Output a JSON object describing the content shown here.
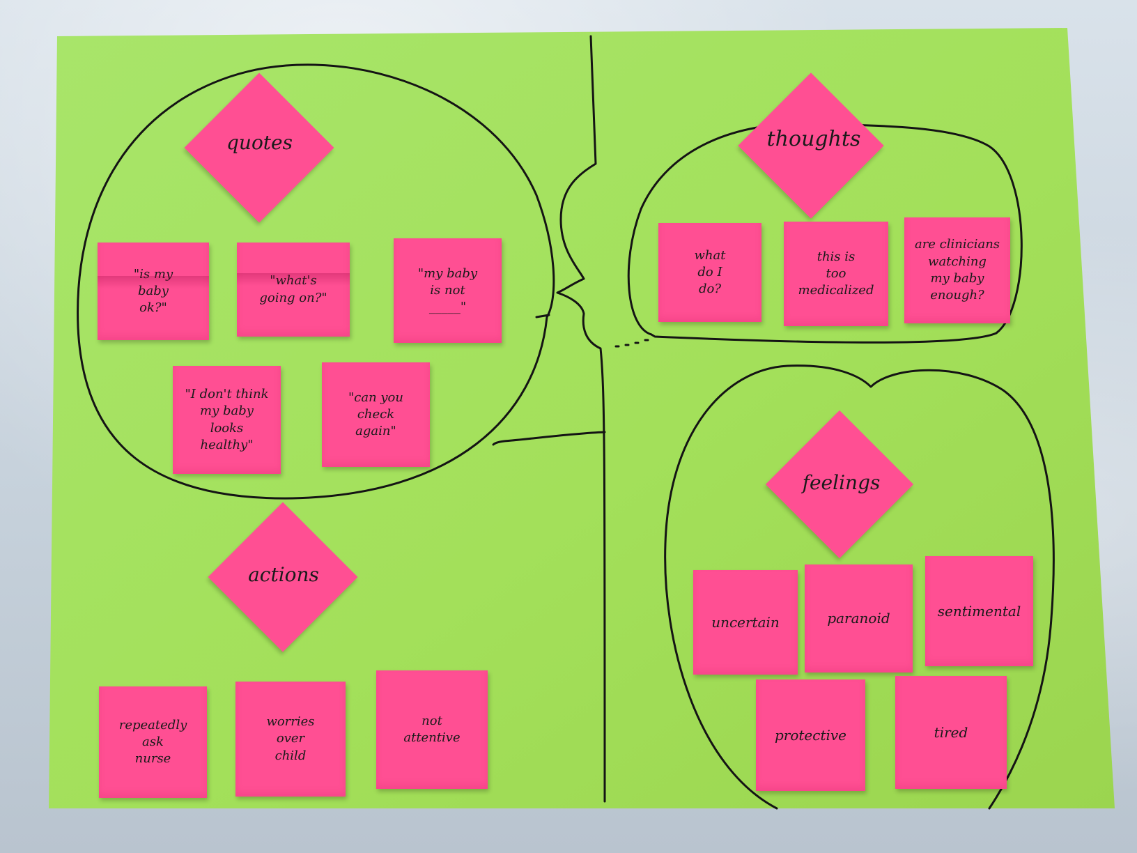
{
  "colors": {
    "board": "#a3e05a",
    "note": "#ff4f93",
    "ink": "#141414"
  },
  "sections": {
    "quotes": {
      "label": "quotes",
      "notes": [
        "\"is my\nbaby\nok?\"",
        "\"what's\ngoing on?\"",
        "\"my baby\nis not\n_____\"",
        "\"I don't think\nmy baby\nlooks healthy\"",
        "\"can you\ncheck\nagain\""
      ]
    },
    "thoughts": {
      "label": "thoughts",
      "notes": [
        "what\ndo I\ndo?",
        "this is\ntoo\nmedicalized",
        "are clinicians\nwatching\nmy baby\nenough?"
      ]
    },
    "actions": {
      "label": "actions",
      "notes": [
        "repeatedly\nask\nnurse",
        "worries\nover\nchild",
        "not\nattentive"
      ]
    },
    "feelings": {
      "label": "feelings",
      "notes": [
        "uncertain",
        "paranoid",
        "sentimental",
        "protective",
        "tired"
      ]
    }
  }
}
